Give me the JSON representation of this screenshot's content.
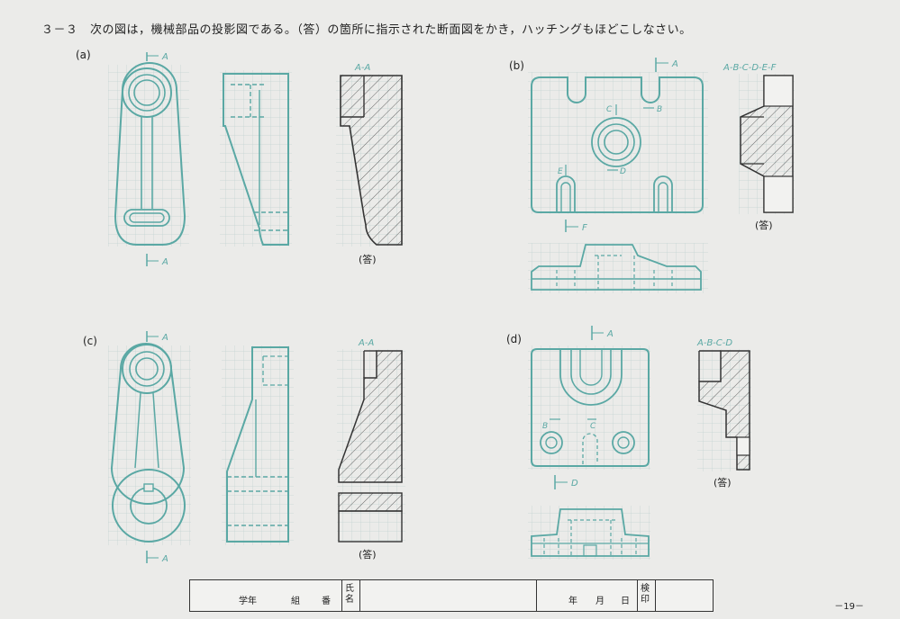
{
  "title": "３－３　次の図は，機械部品の投影図である。（答）の箇所に指示された断面図をかき，ハッチングもほどこしなさい。",
  "colors": {
    "teal": "#5aa8a4",
    "grid": "#c4d4d2",
    "ink": "#333333"
  },
  "problems": [
    {
      "id": "a",
      "label": "(a)",
      "section_label": "A-A",
      "cut_marks": [
        "A",
        "A"
      ],
      "answer_label": "(答)"
    },
    {
      "id": "b",
      "label": "(b)",
      "section_label": "A-B-C-D-E-F",
      "cut_marks": [
        "A",
        "B",
        "C",
        "D",
        "E",
        "F"
      ],
      "answer_label": "(答)"
    },
    {
      "id": "c",
      "label": "(c)",
      "section_label": "A-A",
      "cut_marks": [
        "A",
        "A"
      ],
      "answer_label": "(答)"
    },
    {
      "id": "d",
      "label": "(d)",
      "section_label": "A-B-C-D",
      "cut_marks": [
        "A",
        "B",
        "C",
        "D"
      ],
      "answer_label": "(答)"
    }
  ],
  "footer": {
    "grade": "学年",
    "class": "組",
    "number": "番",
    "name": "氏名",
    "year": "年",
    "month": "月",
    "day": "日",
    "inspect": "検印"
  },
  "page_number": "－19－"
}
